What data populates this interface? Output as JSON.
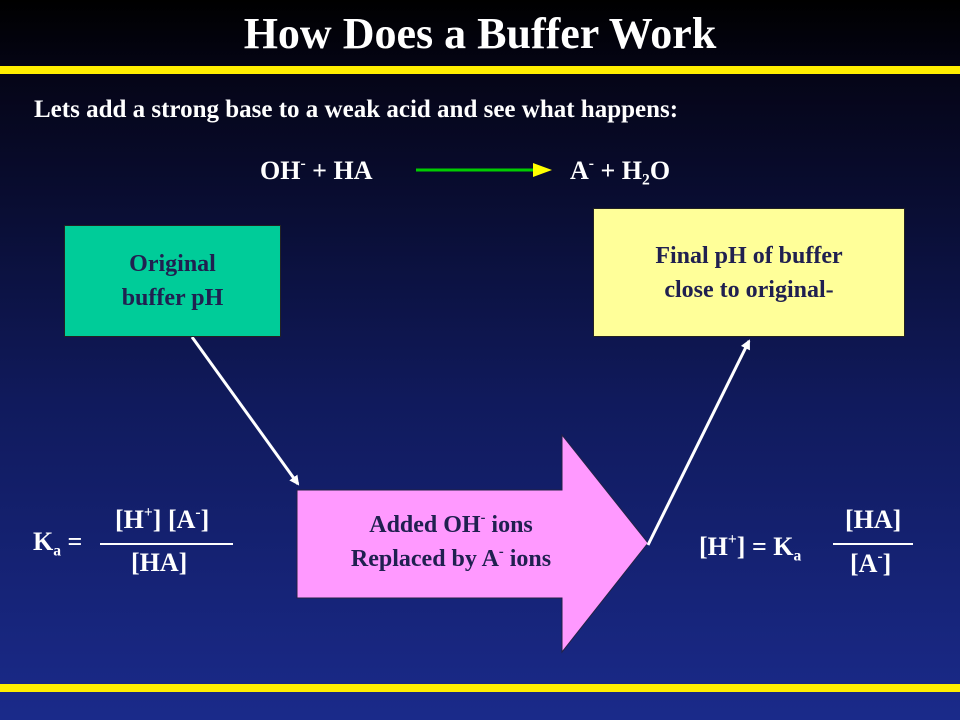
{
  "title": "How Does  a Buffer Work",
  "subtitle": "Lets add a strong base to a weak acid and see what happens:",
  "reaction": {
    "lhs_OH": "OH",
    "lhs_minus": "-",
    "lhs_rest": " + HA",
    "rhs_A": "A",
    "rhs_minus": "-",
    "rhs_plus_H": " + H",
    "rhs_sub": "2",
    "rhs_O": "O"
  },
  "boxes": {
    "original_line1": "Original",
    "original_line2": "buffer pH",
    "final_line1": "Final pH of buffer",
    "final_line2": "close to original-",
    "added_line1_a": "Added OH",
    "added_line1_sup": "-",
    "added_line1_b": " ions",
    "added_line2_a": "Replaced by A",
    "added_line2_sup": "-",
    "added_line2_b": " ions"
  },
  "ka_equation": {
    "K": "K",
    "sub_a": "a",
    "equals": " =",
    "num_H": "[H",
    "num_plus": "+",
    "num_close": "] [A",
    "num_minus": "-",
    "num_end": "]",
    "den": "[HA]"
  },
  "h_equation": {
    "lhs_open": "[H",
    "lhs_plus": "+",
    "lhs_rest": "] = K",
    "sub_a": "a",
    "num": "[HA]",
    "den_open": "[A",
    "den_minus": "-",
    "den_close": "]"
  },
  "colors": {
    "yellow_bar": "#ffee00",
    "original_box": "#00cc99",
    "final_box": "#ffff99",
    "added_arrow": "#ff99ff",
    "reaction_arrow_line": "#00cc00"
  }
}
